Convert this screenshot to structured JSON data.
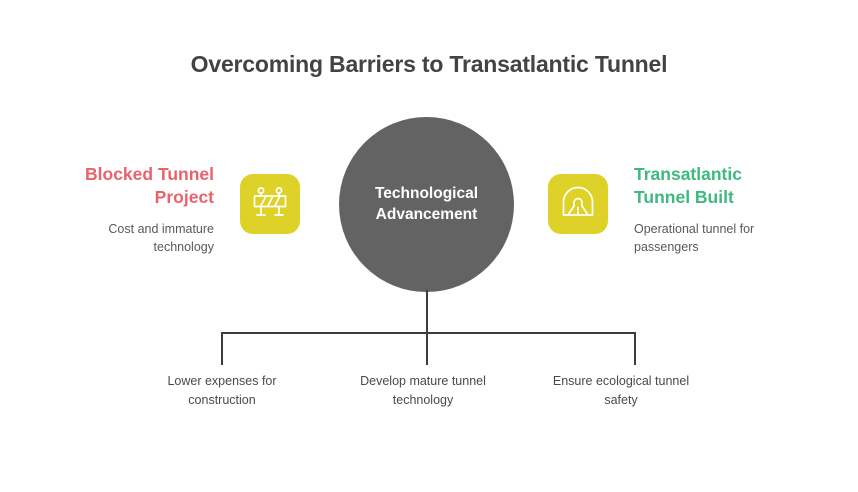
{
  "title": "Overcoming Barriers to Transatlantic Tunnel",
  "center": {
    "label": "Technological\nAdvancement",
    "circle_color": "#636363",
    "text_color": "#ffffff"
  },
  "left": {
    "title": "Blocked Tunnel\nProject",
    "subtitle": "Cost and immature\ntechnology",
    "title_color": "#e8636b",
    "icon": "road-barrier-icon",
    "icon_tile_color": "#ded229"
  },
  "right": {
    "title": "Transatlantic\nTunnel Built",
    "subtitle": "Operational tunnel for\npassengers",
    "title_color": "#3fb881",
    "icon": "tunnel-road-icon",
    "icon_tile_color": "#ded229"
  },
  "branches": [
    {
      "label": "Lower expenses for\nconstruction"
    },
    {
      "label": "Develop mature tunnel\ntechnology"
    },
    {
      "label": "Ensure ecological tunnel\nsafety"
    }
  ],
  "colors": {
    "background": "#ffffff",
    "title_text": "#434343",
    "body_text": "#595959",
    "branch_text": "#4a4a4a",
    "connector": "#3d3d3d",
    "accent_yellow": "#ded229",
    "accent_red": "#e8636b",
    "accent_green": "#3fb881",
    "accent_gray": "#636363"
  }
}
